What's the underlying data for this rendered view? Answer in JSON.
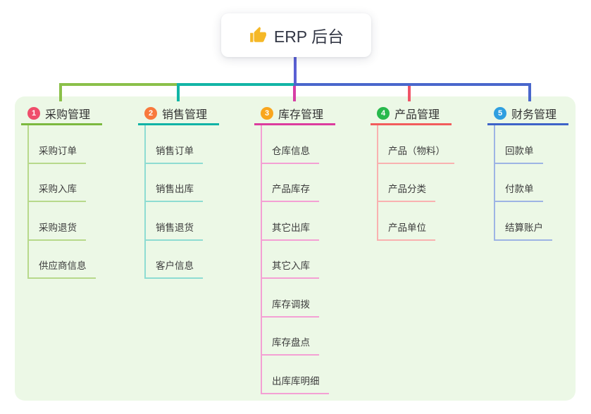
{
  "root": {
    "title": "ERP 后台",
    "icon": "thumbs-up"
  },
  "panel_color": "#ecf8e6",
  "connectors": {
    "root_color": "#5a60d4",
    "bar_green": "#8bc04a",
    "bar_teal": "#12b5a6",
    "bar_blue": "#4a67cc",
    "drop_green": "#8bc04a",
    "drop_teal": "#12b5a6",
    "drop_magenta": "#d63ea6",
    "drop_red": "#f05568",
    "drop_blue": "#4a67cc"
  },
  "branches": [
    {
      "num": "1",
      "title": "采购管理",
      "badge_color": "#ef4e6b",
      "accent_color": "#7cb93f",
      "child_line_color": "#b7d98b",
      "children": [
        "采购订单",
        "采购入库",
        "采购退货",
        "供应商信息"
      ]
    },
    {
      "num": "2",
      "title": "销售管理",
      "badge_color": "#f8793d",
      "accent_color": "#10b3a6",
      "child_line_color": "#8edcd2",
      "children": [
        "销售订单",
        "销售出库",
        "销售退货",
        "客户信息"
      ]
    },
    {
      "num": "3",
      "title": "库存管理",
      "badge_color": "#f9a61e",
      "accent_color": "#dc3c9e",
      "child_line_color": "#f4a0d4",
      "children": [
        "仓库信息",
        "产品库存",
        "其它出库",
        "其它入库",
        "库存调拨",
        "库存盘点",
        "出库库明细"
      ]
    },
    {
      "num": "4",
      "title": "产品管理",
      "badge_color": "#27b94c",
      "accent_color": "#f25c5c",
      "child_line_color": "#f9b1b0",
      "children": [
        "产品（物料）",
        "产品分类",
        "产品单位"
      ]
    },
    {
      "num": "5",
      "title": "财务管理",
      "badge_color": "#2f9fe0",
      "accent_color": "#3e63c8",
      "child_line_color": "#9db4e4",
      "children": [
        "回款单",
        "付款单",
        "结算账户"
      ]
    }
  ]
}
